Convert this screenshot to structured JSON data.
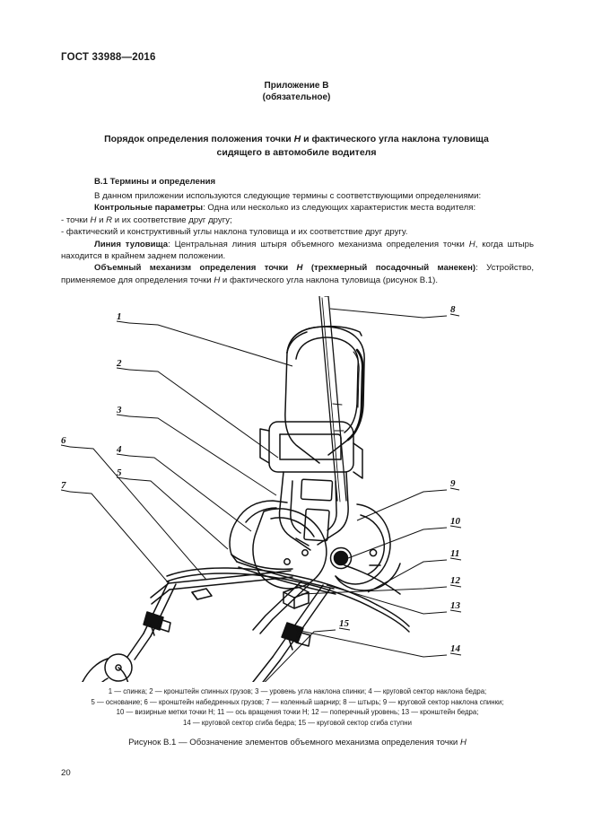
{
  "document": {
    "standard_header": "ГОСТ 33988—2016",
    "page_number": "20",
    "annex": {
      "title": "Приложение В",
      "subtitle": "(обязательное)"
    },
    "title_line1_a": "Порядок определения положения точки ",
    "title_line1_h": "H",
    "title_line1_b": " и фактического угла наклона туловища",
    "title_line2": "сидящего в автомобиле водителя",
    "section_heading": "В.1 Термины и определения",
    "paragraphs": {
      "intro": "В данном приложении используются следующие термины с соответствующими определениями:",
      "p1_bold": "Контрольные параметры",
      "p1_rest": ": Одна или несколько из следующих характеристик места водителя:",
      "bullet1_a": "- точки ",
      "bullet1_h": "H",
      "bullet1_mid": " и ",
      "bullet1_r": "R",
      "bullet1_end": " и их соответствие друг другу;",
      "bullet2": "- фактический и конструктивный углы наклона туловища и их соответствие друг другу.",
      "p2_bold": "Линия туловища",
      "p2_a": ": Центральная линия штыря объемного механизма определения точки ",
      "p2_h": "H",
      "p2_b": ", когда штырь находится в крайнем заднем положении.",
      "p3_bold_a": "Объемный механизм определения точки ",
      "p3_bold_h": "H",
      "p3_bold_b": " (трехмерный посадочный манекен)",
      "p3_a": ": Устройство, применяемое для определения точки ",
      "p3_h": "H",
      "p3_b": " и фактического угла наклона туловища (рисунок В.1)."
    },
    "figure": {
      "caption_a": "Рисунок В.1 — Обозначение элементов объемного механизма определения точки ",
      "caption_h": "H",
      "callout_labels": [
        "1",
        "2",
        "3",
        "4",
        "5",
        "6",
        "7",
        "8",
        "9",
        "10",
        "11",
        "12",
        "13",
        "14",
        "15"
      ],
      "legend_lines": [
        "1 — спинка; 2 — кронштейн спинных грузов; 3 — уровень угла наклона спинки; 4 — круговой сектор наклона бедра;",
        "5 — основание; 6 — кронштейн набедренных грузов; 7 — коленный шарнир; 8 — штырь; 9 — круговой сектор наклона спинки;",
        "10 — визирные метки точки H; 11 — ось вращения точки H; 12 — поперечный уровень; 13 — кронштейн бедра;",
        "14 — круговой сектор сгиба бедра; 15 — круговой сектор сгиба ступни"
      ]
    }
  },
  "colors": {
    "ink": "#1a1a1a",
    "paper": "#ffffff",
    "line": "#111111"
  }
}
